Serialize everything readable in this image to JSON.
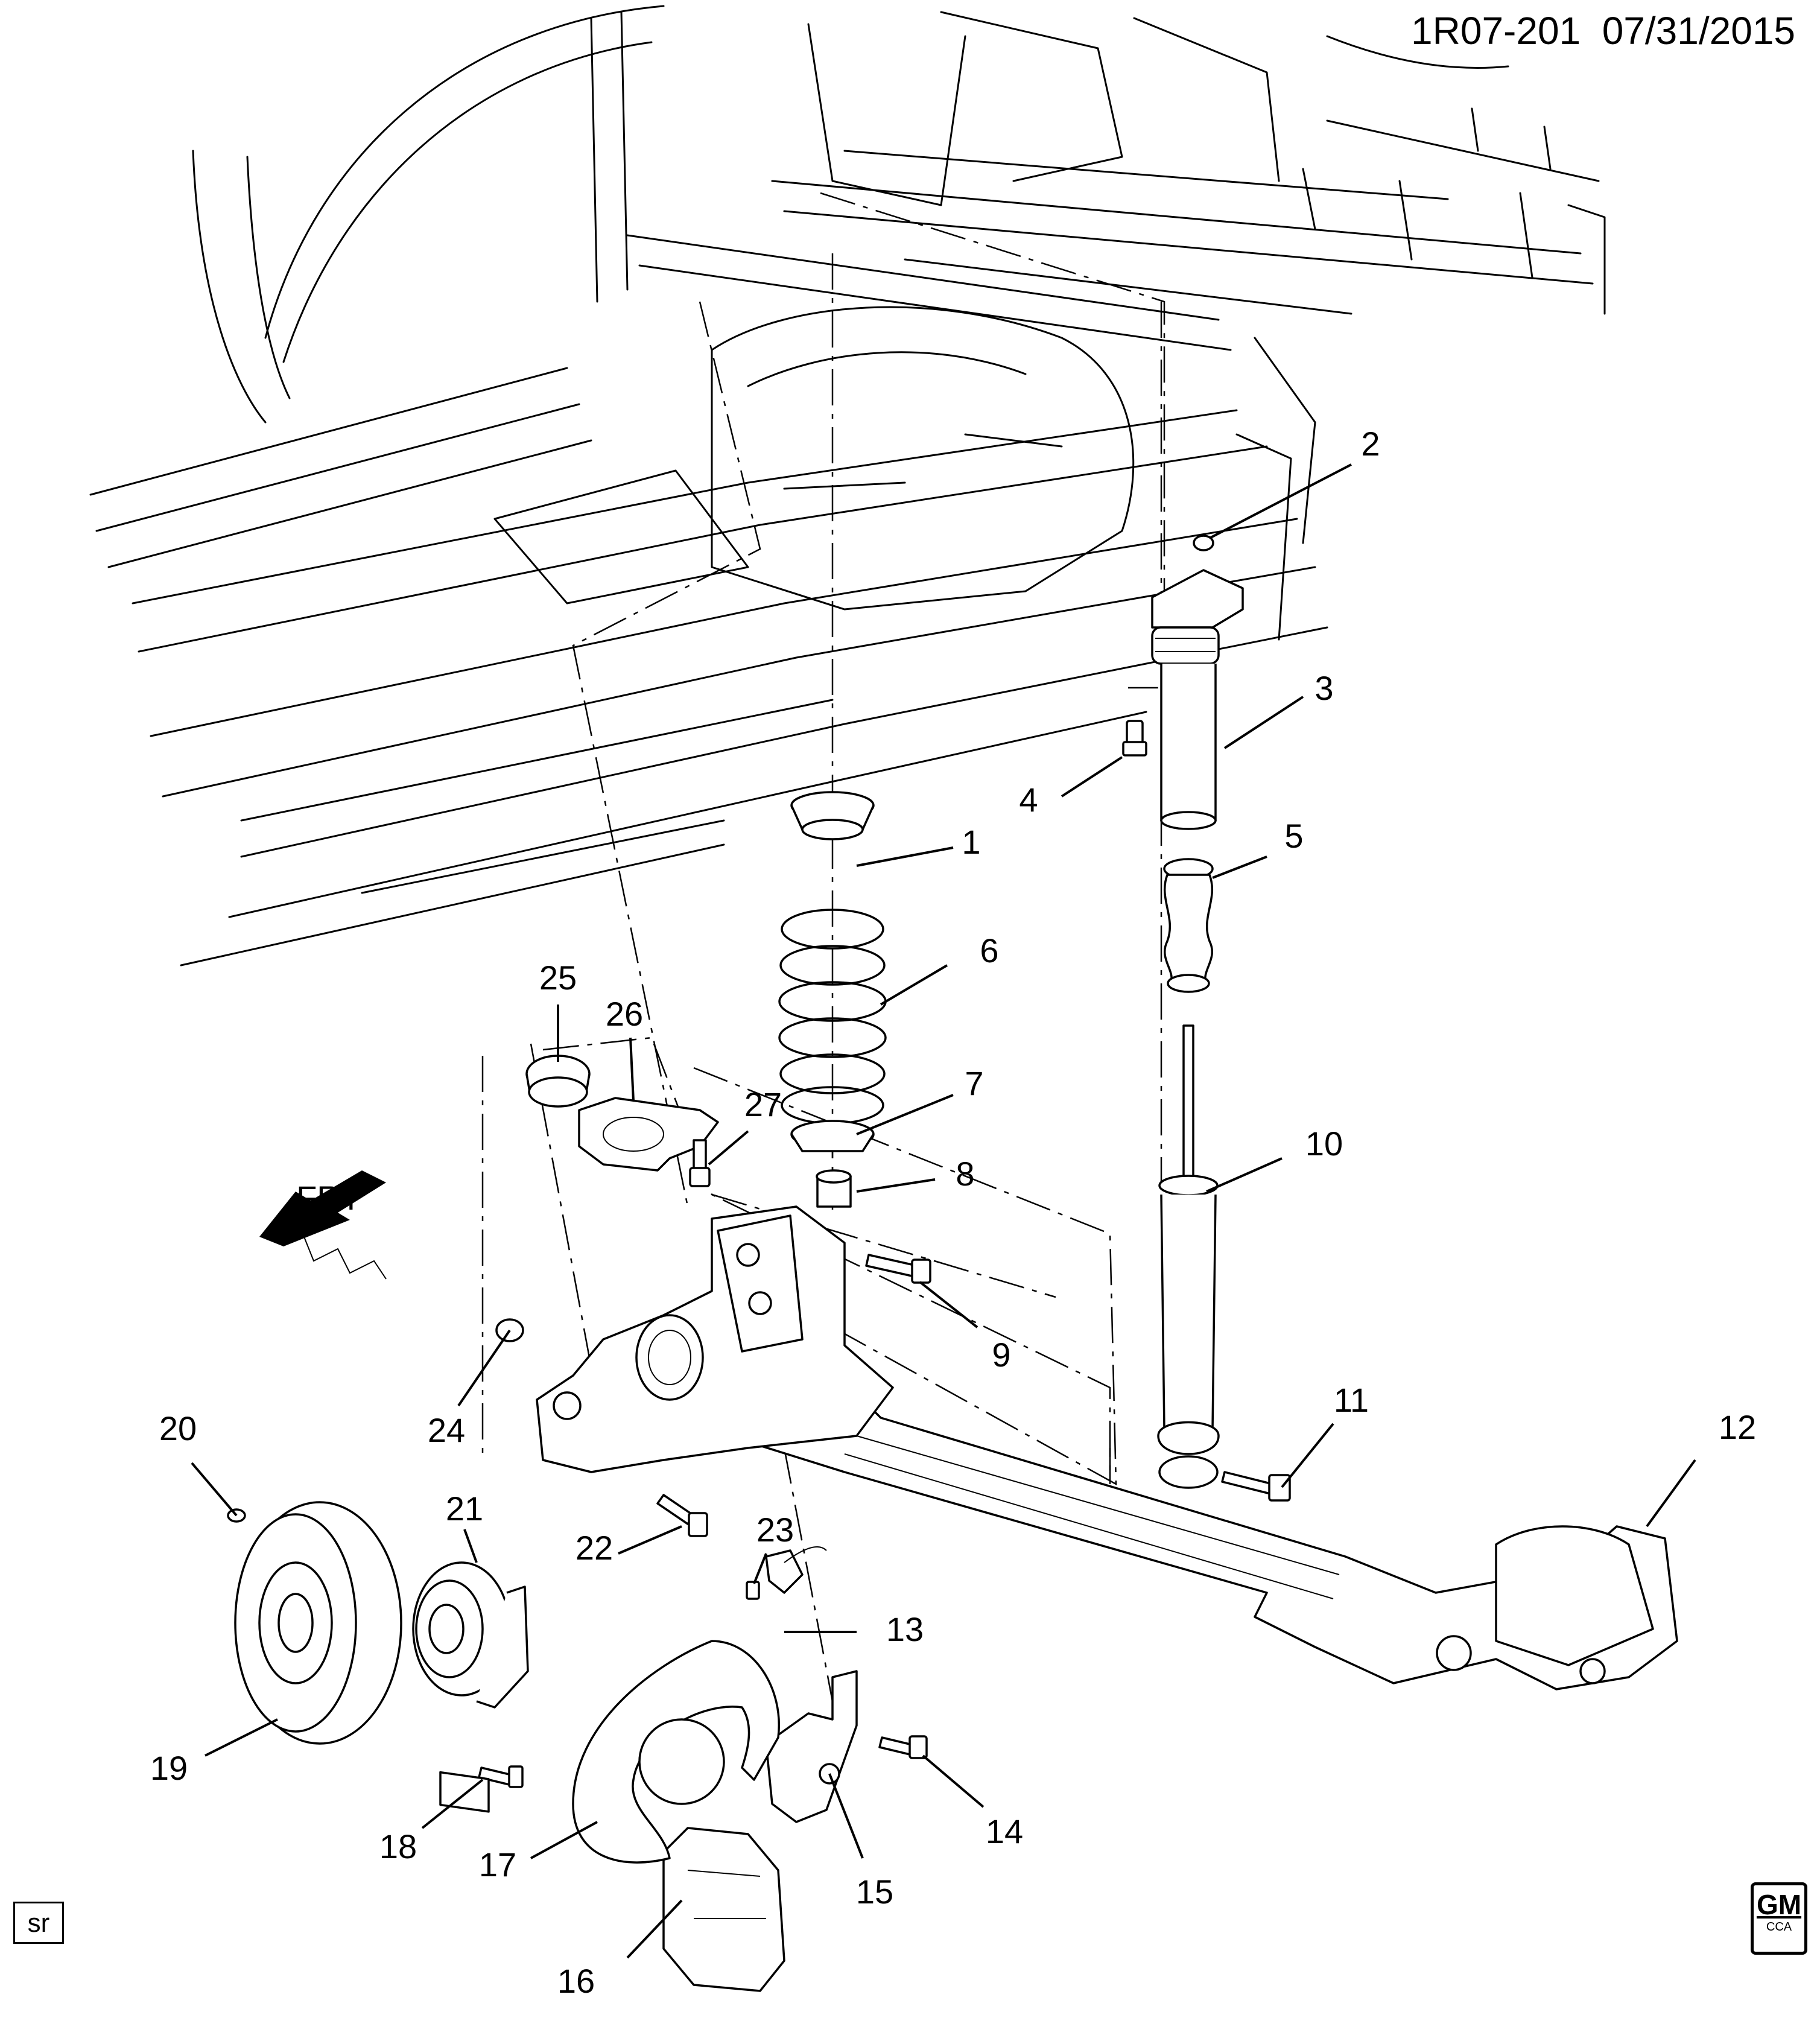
{
  "header": {
    "code": "1R07-201",
    "date": "07/31/2015"
  },
  "direction_arrow": {
    "label": "FRT",
    "icon": "front-direction-arrow-icon"
  },
  "callouts": [
    "1",
    "2",
    "3",
    "4",
    "5",
    "6",
    "7",
    "8",
    "9",
    "10",
    "11",
    "12",
    "13",
    "14",
    "15",
    "16",
    "17",
    "18",
    "19",
    "20",
    "21",
    "22",
    "23",
    "24",
    "25",
    "26",
    "27"
  ],
  "footer": {
    "tag": "sr",
    "logo_text": "GM",
    "logo_subtext": "CCA"
  }
}
